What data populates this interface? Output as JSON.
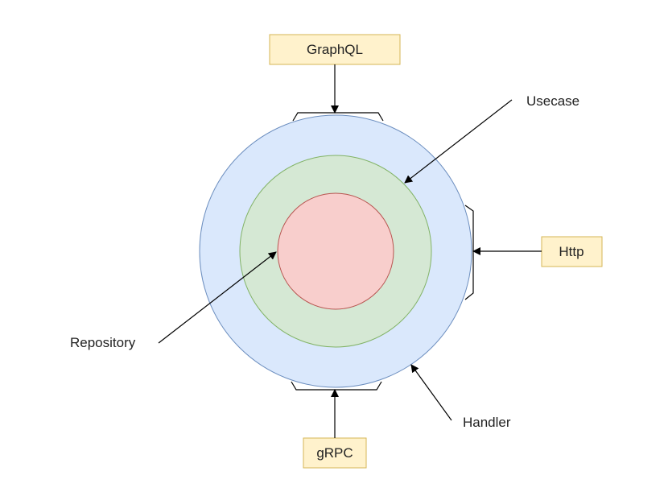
{
  "labels": {
    "usecase": "Usecase",
    "repository": "Repository",
    "handler": "Handler"
  },
  "interfaces": {
    "graphql": "GraphQL",
    "http": "Http",
    "grpc": "gRPC"
  },
  "colors": {
    "outer_fill": "#dae8fc",
    "outer_stroke": "#6c8ebf",
    "middle_fill": "#d5e8d4",
    "middle_stroke": "#82b366",
    "inner_fill": "#f8cecc",
    "inner_stroke": "#b85450",
    "box_fill": "#fff2cc",
    "box_stroke": "#d6b656"
  }
}
